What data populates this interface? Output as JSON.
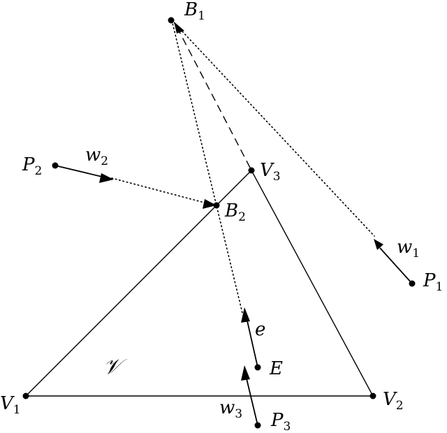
{
  "labels": {
    "B1": {
      "base": "B",
      "sub": "1"
    },
    "B2": {
      "base": "B",
      "sub": "2"
    },
    "V1": {
      "base": "V",
      "sub": "1"
    },
    "V2": {
      "base": "V",
      "sub": "2"
    },
    "V3": {
      "base": "V",
      "sub": "3"
    },
    "P1": {
      "base": "P",
      "sub": "1"
    },
    "P2": {
      "base": "P",
      "sub": "2"
    },
    "P3": {
      "base": "P",
      "sub": "3"
    },
    "E": "E",
    "e": "e",
    "w1": {
      "base": "w",
      "sub": "1"
    },
    "w2": {
      "base": "w",
      "sub": "2"
    },
    "w3": {
      "base": "w",
      "sub": "3"
    },
    "region": "𝒱"
  }
}
